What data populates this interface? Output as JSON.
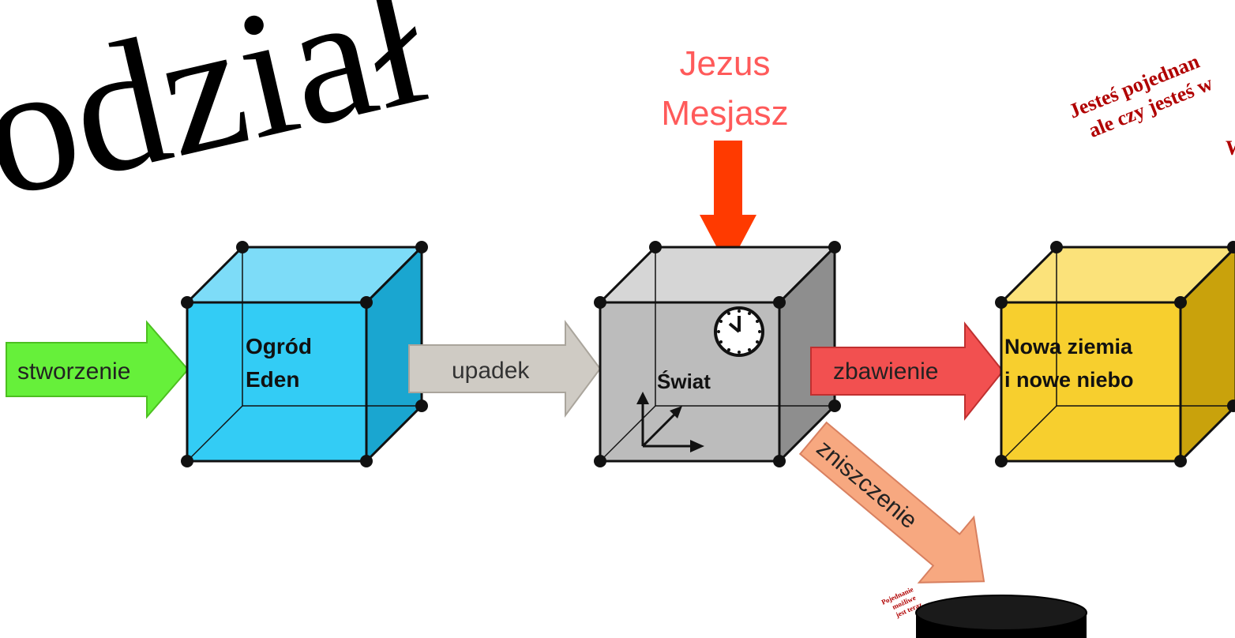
{
  "title": "odział",
  "jesus_label": {
    "line1": "Jezus",
    "line2": "Mesjasz"
  },
  "arrows": {
    "creation": "stworzenie",
    "fall": "upadek",
    "salvation": "zbawienie",
    "destruction": "zniszczenie"
  },
  "boxes": {
    "eden": {
      "line1": "Ogród",
      "line2": "Eden"
    },
    "world": "Świat",
    "new": {
      "line1": "Nowa ziemia",
      "line2": "i nowe niebo"
    }
  },
  "corner_note": {
    "line1": "Jesteś pojednan",
    "line2": "ale czy jesteś w",
    "line3": "W"
  },
  "small_note": {
    "line1": "Pojednanie",
    "line2": "możliwe",
    "line3": "jest teraz."
  },
  "colors": {
    "eden_front": "#33ccf5",
    "world_front": "#bcbcbc",
    "new_front": "#f7cf2e",
    "creation_arrow": "#66f03a",
    "fall_arrow": "#cfcbc4",
    "salvation_arrow": "#f25050",
    "destruction_arrow": "#f7a880",
    "jesus_arrow": "#ff3a00",
    "jesus_text": "#ff5a5a",
    "note_text": "#b00000"
  }
}
